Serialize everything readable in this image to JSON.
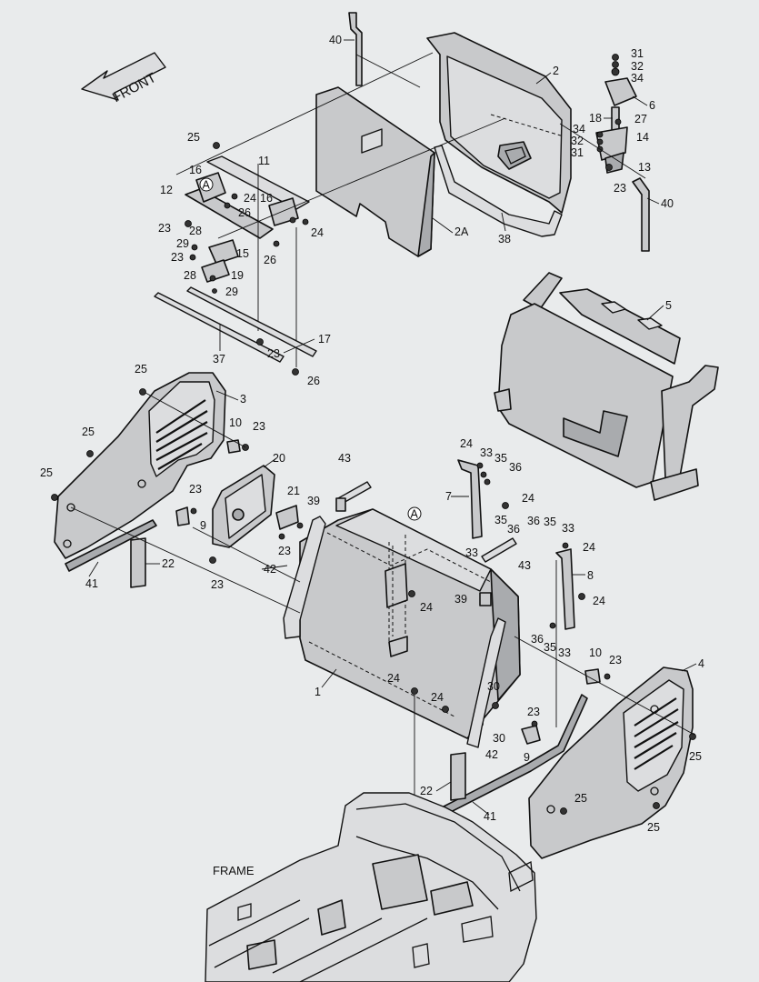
{
  "direction_label": "FRONT",
  "frame_label": "FRAME",
  "detail_marker": "A",
  "callouts": [
    {
      "id": "c40a",
      "text": "40"
    },
    {
      "id": "c2",
      "text": "2"
    },
    {
      "id": "c31",
      "text": "31"
    },
    {
      "id": "c32",
      "text": "32"
    },
    {
      "id": "c34",
      "text": "34"
    },
    {
      "id": "c6",
      "text": "6"
    },
    {
      "id": "c18",
      "text": "18"
    },
    {
      "id": "c27",
      "text": "27"
    },
    {
      "id": "c34b",
      "text": "34"
    },
    {
      "id": "c14",
      "text": "14"
    },
    {
      "id": "c32b",
      "text": "32"
    },
    {
      "id": "c31b",
      "text": "31"
    },
    {
      "id": "c13",
      "text": "13"
    },
    {
      "id": "c23a",
      "text": "23"
    },
    {
      "id": "c40b",
      "text": "40"
    },
    {
      "id": "c25a",
      "text": "25"
    },
    {
      "id": "c11",
      "text": "11"
    },
    {
      "id": "c16a",
      "text": "16"
    },
    {
      "id": "c24a",
      "text": "24"
    },
    {
      "id": "c26a",
      "text": "26"
    },
    {
      "id": "c16b",
      "text": "16"
    },
    {
      "id": "c12",
      "text": "12"
    },
    {
      "id": "c23b",
      "text": "23"
    },
    {
      "id": "c24b",
      "text": "24"
    },
    {
      "id": "c28a",
      "text": "28"
    },
    {
      "id": "c29a",
      "text": "29"
    },
    {
      "id": "c15",
      "text": "15"
    },
    {
      "id": "c23c",
      "text": "23"
    },
    {
      "id": "c26b",
      "text": "26"
    },
    {
      "id": "c28b",
      "text": "28"
    },
    {
      "id": "c19",
      "text": "19"
    },
    {
      "id": "c29b",
      "text": "29"
    },
    {
      "id": "c2A",
      "text": "2A"
    },
    {
      "id": "c38",
      "text": "38"
    },
    {
      "id": "c5",
      "text": "5"
    },
    {
      "id": "c17",
      "text": "17"
    },
    {
      "id": "c37",
      "text": "37"
    },
    {
      "id": "c23d",
      "text": "23"
    },
    {
      "id": "c26c",
      "text": "26"
    },
    {
      "id": "c25b",
      "text": "25"
    },
    {
      "id": "c3",
      "text": "3"
    },
    {
      "id": "c10a",
      "text": "10"
    },
    {
      "id": "c23e",
      "text": "23"
    },
    {
      "id": "c25c",
      "text": "25"
    },
    {
      "id": "c25d",
      "text": "25"
    },
    {
      "id": "c20",
      "text": "20"
    },
    {
      "id": "c43a",
      "text": "43"
    },
    {
      "id": "c24c",
      "text": "24"
    },
    {
      "id": "c33a",
      "text": "33"
    },
    {
      "id": "c35a",
      "text": "35"
    },
    {
      "id": "c36a",
      "text": "36"
    },
    {
      "id": "c7",
      "text": "7"
    },
    {
      "id": "c24d",
      "text": "24"
    },
    {
      "id": "c23f",
      "text": "23"
    },
    {
      "id": "c9a",
      "text": "9"
    },
    {
      "id": "c21",
      "text": "21"
    },
    {
      "id": "c39a",
      "text": "39"
    },
    {
      "id": "c35b",
      "text": "35"
    },
    {
      "id": "c36b",
      "text": "36"
    },
    {
      "id": "c36c",
      "text": "36"
    },
    {
      "id": "c35c",
      "text": "35"
    },
    {
      "id": "c33b",
      "text": "33"
    },
    {
      "id": "c23g",
      "text": "23"
    },
    {
      "id": "c24e",
      "text": "24"
    },
    {
      "id": "c33c",
      "text": "33"
    },
    {
      "id": "c43b",
      "text": "43"
    },
    {
      "id": "c41a",
      "text": "41"
    },
    {
      "id": "c22a",
      "text": "22"
    },
    {
      "id": "c23h",
      "text": "23"
    },
    {
      "id": "c42a",
      "text": "42"
    },
    {
      "id": "c8",
      "text": "8"
    },
    {
      "id": "c24f",
      "text": "24"
    },
    {
      "id": "c39b",
      "text": "39"
    },
    {
      "id": "c24g",
      "text": "24"
    },
    {
      "id": "c36d",
      "text": "36"
    },
    {
      "id": "c35d",
      "text": "35"
    },
    {
      "id": "c33d",
      "text": "33"
    },
    {
      "id": "c10b",
      "text": "10"
    },
    {
      "id": "c23i",
      "text": "23"
    },
    {
      "id": "c4",
      "text": "4"
    },
    {
      "id": "c1",
      "text": "1"
    },
    {
      "id": "c24h",
      "text": "24"
    },
    {
      "id": "c30a",
      "text": "30"
    },
    {
      "id": "c24i",
      "text": "24"
    },
    {
      "id": "c30b",
      "text": "30"
    },
    {
      "id": "c42b",
      "text": "42"
    },
    {
      "id": "c23j",
      "text": "23"
    },
    {
      "id": "c9b",
      "text": "9"
    },
    {
      "id": "c25e",
      "text": "25"
    },
    {
      "id": "c22b",
      "text": "22"
    },
    {
      "id": "c25f",
      "text": "25"
    },
    {
      "id": "c41b",
      "text": "41"
    },
    {
      "id": "c25g",
      "text": "25"
    }
  ]
}
